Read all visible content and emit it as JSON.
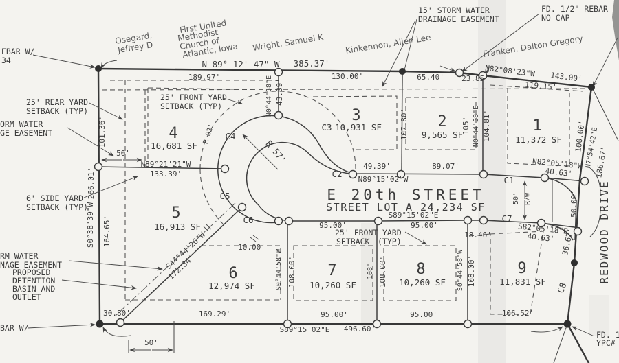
{
  "owners": {
    "osegard": {
      "l1": "Osegard,",
      "l2": "Jeffrey D"
    },
    "church": {
      "l1": "First United",
      "l2": "Methodist",
      "l3": "Church of",
      "l4": "Atlantic, Iowa"
    },
    "wright": "Wright, Samuel K",
    "kinkennon": "Kinkennon, Allen Lee",
    "franken": "Franken, Dalton Gregory"
  },
  "callouts": {
    "rebar_tl_1": "EBAR W/",
    "rebar_tl_2": "34",
    "storm_top_1": "15' STORM WATER",
    "storm_top_2": "DRAINAGE EASEMENT",
    "fd_rebar_1": "FD. 1/2\" REBAR",
    "fd_rebar_2": "NO CAP",
    "rear_setback_1": "25' REAR YARD",
    "rear_setback_2": "SETBACK (TYP)",
    "storm_upper_1": "ORM WATER",
    "storm_upper_2": "GE EASEMENT",
    "side_setback_1": "6' SIDE YARD",
    "side_setback_2": "SETBACK (TYP)",
    "storm_lower_1": "RM WATER",
    "storm_lower_2": "NAGE EASEMENT",
    "detention_1": "PROPOSED",
    "detention_2": "DETENTION",
    "detention_3": "BASIN AND",
    "detention_4": "OUTLET",
    "rebar_bl": "BAR W/",
    "front_nw_1": "25' FRONT YARD",
    "front_nw_2": "SETBACK (TYP)",
    "front_s_1": "25' FRONT",
    "front_s_2": "SETBACK",
    "front_s_3": "YARD",
    "front_s_4": "(TYP)",
    "fd_br_1": "FD. 1/",
    "fd_br_2": "YPC#"
  },
  "street": {
    "name": "E 20th STREET",
    "lot_label": "STREET LOT A 24,234 SF",
    "bearing_north": "N89°15'02\"W",
    "bearing_south": "S89°15'02\"E"
  },
  "road": {
    "redwood": "REDWOOD DRIVE"
  },
  "lots": {
    "lot1": {
      "num": "1",
      "area": "11,372 SF"
    },
    "lot2": {
      "num": "2",
      "area": "9,565 SF"
    },
    "lot3": {
      "num": "3",
      "area": "10,931 SF"
    },
    "lot4": {
      "num": "4",
      "area": "16,681 SF"
    },
    "lot5": {
      "num": "5",
      "area": "16,913 SF"
    },
    "lot6": {
      "num": "6",
      "area": "12,974 SF"
    },
    "lot7": {
      "num": "7",
      "area": "10,260 SF"
    },
    "lot8": {
      "num": "8",
      "area": "10,260 SF"
    },
    "lot9": {
      "num": "9",
      "area": "11,831 SF"
    }
  },
  "curves": {
    "c1": "C1",
    "c2": "C2",
    "c3": "C3",
    "c4": "C4",
    "c5": "C5",
    "c6": "C6",
    "c7": "C7",
    "c8": "C8"
  },
  "dims": {
    "boundary_north_bearing": "N 89° 12' 47\" W",
    "boundary_north_dist": "385.37'",
    "d_189_97": "189.97'",
    "d_130_00": "130.00'",
    "d_65_40": "65.40'",
    "d_23_85": "23.85'",
    "brg_n82_08_23": "N82°08'23\"W",
    "d_143_00": "143.00'",
    "d_119_15": "119.15'",
    "d_101_36": "101.36'",
    "d_266_01": "266.01'",
    "d_50_easement": "50'",
    "brg_n89_21_21": "N89°21'21\"W",
    "d_133_39": "133.39'",
    "brg_s0_38_39": "S0°38'39\"W",
    "d_164_65": "164.65'",
    "brg_n0_44_58_stem": "N0°44'58\"E",
    "d_43_89": "43.89'",
    "radius_57": "R 57'",
    "radius_82": "R 82'",
    "d_49_39": "49.39'",
    "d_89_07": "89.07'",
    "d_107_80": "107.80'",
    "d_105": "105'",
    "brg_n0_44_58_lot2": "N0°44'58\"E",
    "d_104_81": "104.81'",
    "brg_n82_05_18": "N82°05'18\"W",
    "d_40_63_n": "40.63'",
    "d_100_00": "100.00'",
    "brg_n7_54_42": "N7°54'42\"E",
    "d_186_67": "186.67'",
    "d_50_00": "50.00'",
    "rw": "R/W",
    "d_50_rw": "50'",
    "brg_s82_05_18": "S82°05'18\"E",
    "d_40_63_s": "40.63'",
    "d_36_67": "36.67'",
    "d_18_46": "18.46'",
    "d_95_00_a": "95.00'",
    "d_95_00_b": "95.00'",
    "d_10_00": "10.00'",
    "brg_s44_44_26": "S44°44'26\"W",
    "d_172_34": "172.34'",
    "brg_s0_44_58_a": "S0°44'58\"W",
    "d_108_00_a": "108.00'",
    "d_108": "108'",
    "d_108_00_b": "108.00'",
    "brg_s0_44_58_b": "S0°44'58\"W",
    "d_108_00_c": "108.00'",
    "d_30_80": "30.80'",
    "d_169_29": "169.29'",
    "d_95_00_c": "95.00'",
    "d_95_00_d": "95.00'",
    "brg_s89_15_02_bottom": "S89°15'02\"E",
    "d_496_60": "496.60'",
    "d_106_52": "106.52'",
    "scale_50": "50'"
  }
}
